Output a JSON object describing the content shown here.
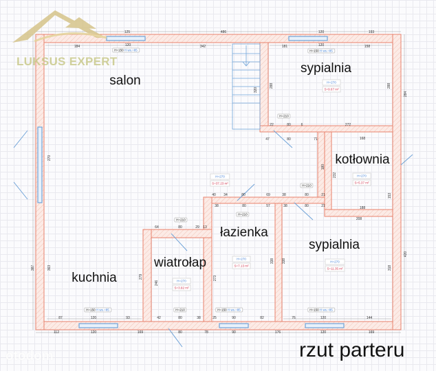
{
  "logo": {
    "text": "LUKSUS EXPERT"
  },
  "watermark": "otodom",
  "title": "rzut parteru",
  "colors": {
    "wall_fill": "#fbe3dc",
    "wall_stroke": "#e8826c",
    "window": "#6fa3d8",
    "logo": "#c9c98a"
  },
  "rooms": [
    {
      "name": "salon"
    },
    {
      "name": "sypialnia"
    },
    {
      "name": "kotłownia"
    },
    {
      "name": "łazienka"
    },
    {
      "name": "sypialnia"
    },
    {
      "name": "wiatrołap"
    },
    {
      "name": "kuchnia"
    }
  ],
  "tags": {
    "h150": "H=150",
    "hwall": "H ws.=85",
    "h210": "H=210",
    "h270": "H=270"
  },
  "areas": {
    "sypialnia_top": "S=9.67 m²",
    "salon": "S=37.23 m²",
    "kotlownia": "S=5.37 m²",
    "lazienka": "S=7.13 m²",
    "sypialnia_bottom": "S=11.35 m²",
    "wiatrolap": "S=3.92 m²"
  },
  "dims": [
    "125",
    "486",
    "120",
    "193",
    "184",
    "120",
    "342",
    "181",
    "120",
    "158",
    "288",
    "288",
    "284",
    "320",
    "270",
    "22",
    "80",
    "6",
    "272",
    "47",
    "80",
    "71",
    "168",
    "180",
    "232",
    "153",
    "188",
    "208",
    "40",
    "34",
    "80",
    "69",
    "38",
    "80",
    "21",
    "64",
    "80",
    "29",
    "13",
    "38",
    "80",
    "57",
    "38",
    "80",
    "21",
    "87",
    "120",
    "93",
    "42",
    "80",
    "38",
    "25",
    "90",
    "82",
    "76",
    "120",
    "144",
    "112",
    "120",
    "169",
    "80",
    "78",
    "90",
    "176",
    "120",
    "169",
    "387",
    "363",
    "279",
    "246",
    "273",
    "338",
    "338",
    "318",
    "420"
  ]
}
